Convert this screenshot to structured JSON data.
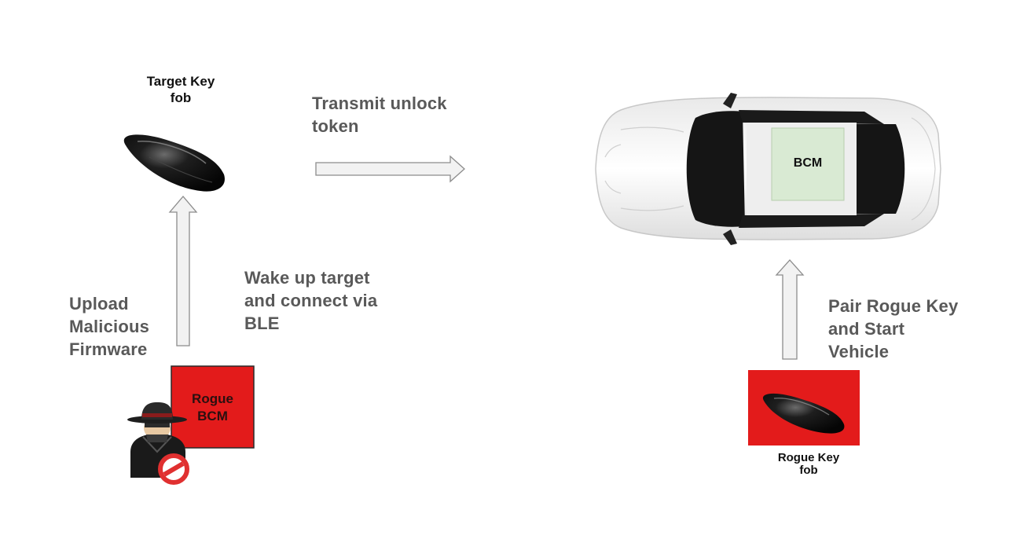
{
  "target_fob": {
    "label_line1": "Target Key",
    "label_line2": "fob"
  },
  "transmit": {
    "line1": "Transmit unlock",
    "line2": "token"
  },
  "wake": {
    "line1": "Wake up target",
    "line2": "and connect via",
    "line3": "BLE"
  },
  "upload": {
    "line1": "Upload",
    "line2": "Malicious",
    "line3": "Firmware"
  },
  "rogue_bcm": {
    "line1": "Rogue",
    "line2": "BCM"
  },
  "car": {
    "bcm_label": "BCM"
  },
  "pair": {
    "line1": "Pair Rogue Key",
    "line2": "and Start",
    "line3": "Vehicle"
  },
  "rogue_fob": {
    "label_line1": "Rogue Key",
    "label_line2": "fob"
  },
  "colors": {
    "rogue_red": "#e31b1b",
    "arrow_fill": "#f2f2f2",
    "arrow_stroke": "#8c8c8c",
    "bcm_green": "#d9ead3",
    "label_gray": "#595959"
  }
}
